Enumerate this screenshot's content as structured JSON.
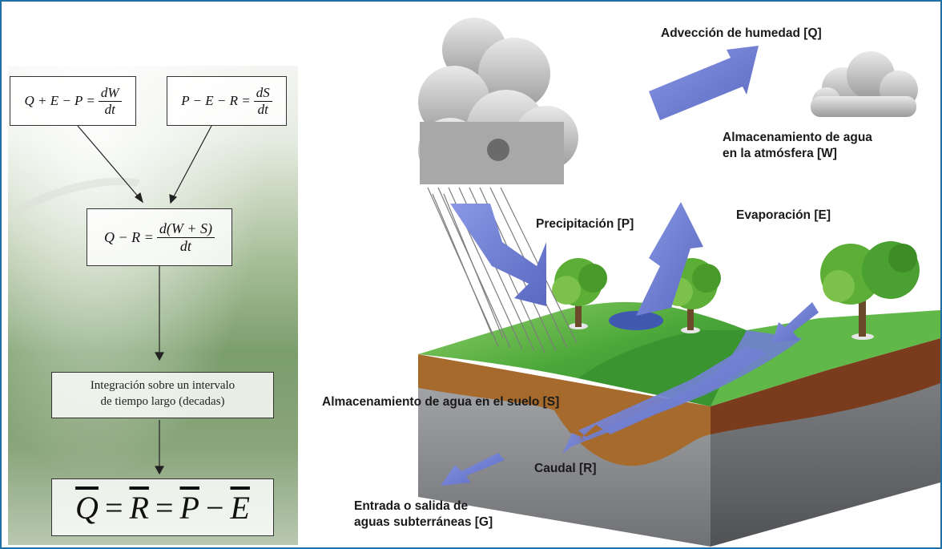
{
  "equations": {
    "atmosphere": {
      "lhs": "Q + E − P =",
      "num": "dW",
      "den": "dt"
    },
    "surface": {
      "lhs": "P − E − R =",
      "num": "dS",
      "den": "dt"
    },
    "combined": {
      "lhs": "Q − R =",
      "num": "d(W + S)",
      "den": "dt"
    },
    "integration_line1": "Integración sobre un intervalo",
    "integration_line2": "de tiempo largo (decadas)",
    "final": {
      "q": "Q",
      "r": "R",
      "p": "P",
      "e": "E",
      "eq": "=",
      "minus": "−"
    }
  },
  "labels": {
    "advection": "Advección de humedad [Q]",
    "atm_storage_line1": "Almacenamiento de agua",
    "atm_storage_line2": "en la atmósfera [W]",
    "precipitation": "Precipitación [P]",
    "evaporation": "Evaporación [E]",
    "soil_storage": "Almacenamiento de agua en el suelo [S]",
    "runoff": "Caudal [R]",
    "groundwater_line1": "Entrada o salida de",
    "groundwater_line2": "aguas  subterráneas [G]"
  },
  "colors": {
    "frame": "#1d6fa5",
    "arrow": "#6f7fd0",
    "grass": "#4da83a",
    "soil": "#a0642a",
    "rock": "#8b8d90"
  }
}
